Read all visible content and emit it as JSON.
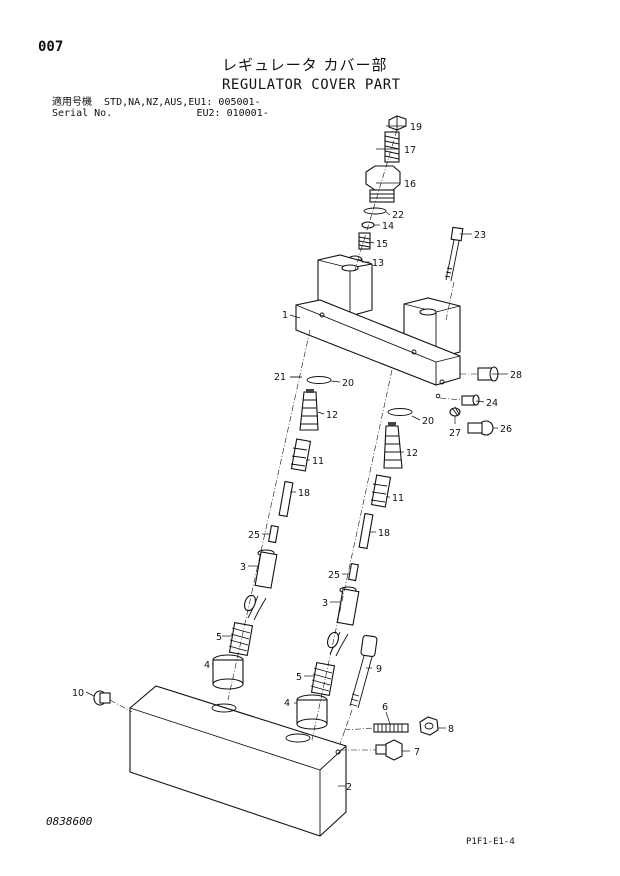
{
  "header": {
    "page_number": "007",
    "title_jp": "レギュレータ カバー部",
    "title_en": "REGULATOR COVER PART",
    "serial_line1": "適用号機  STD,NA,NZ,AUS,EU1: 005001-",
    "serial_line2": "Serial No.              EU2: 010001-"
  },
  "footer": {
    "drawing_number": "0838600",
    "sheet_ref": "P1F1-E1-4"
  },
  "callouts": {
    "c1": "1",
    "c2": "2",
    "c3a": "3",
    "c3b": "3",
    "c4a": "4",
    "c4b": "4",
    "c5a": "5",
    "c5b": "5",
    "c6": "6",
    "c7": "7",
    "c8": "8",
    "c9": "9",
    "c10": "10",
    "c11a": "11",
    "c11b": "11",
    "c12a": "12",
    "c12b": "12",
    "c13": "13",
    "c14": "14",
    "c15": "15",
    "c16": "16",
    "c17": "17",
    "c18a": "18",
    "c18b": "18",
    "c19": "19",
    "c20a": "20",
    "c20b": "20",
    "c21": "21",
    "c22": "22",
    "c23": "23",
    "c24": "24",
    "c25a": "25",
    "c25b": "25",
    "c26": "26",
    "c27": "27",
    "c28": "28"
  }
}
